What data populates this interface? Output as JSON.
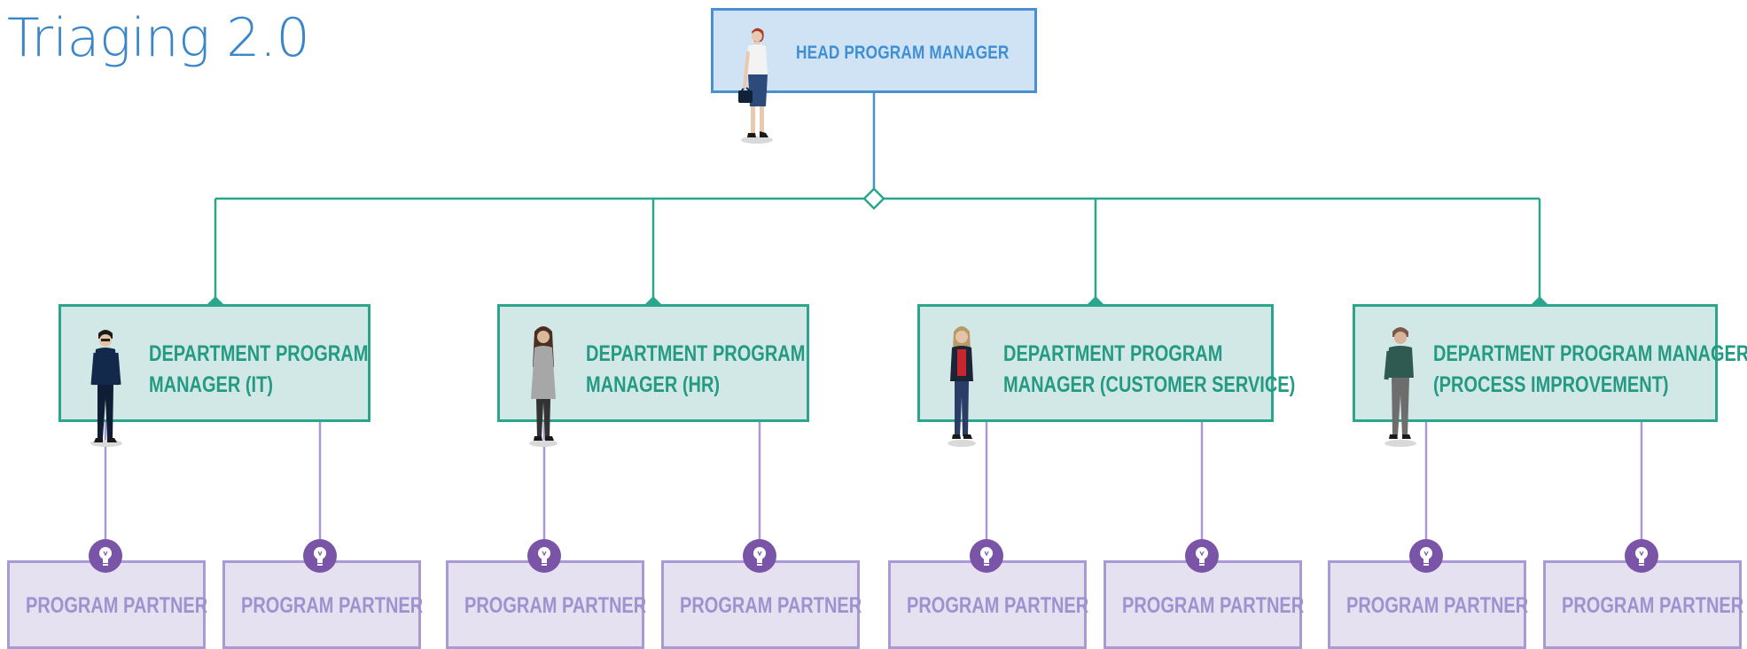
{
  "title": {
    "top_line": "",
    "main": "Triaging 2.0"
  },
  "head": {
    "label": "HEAD PROGRAM MANAGER"
  },
  "departments": [
    {
      "line1": "DEPARTMENT PROGRAM",
      "line2": "MANAGER (IT)"
    },
    {
      "line1": "DEPARTMENT PROGRAM",
      "line2": "MANAGER (HR)"
    },
    {
      "line1": "DEPARTMENT PROGRAM",
      "line2": "MANAGER (CUSTOMER SERVICE)"
    },
    {
      "line1": "DEPARTMENT PROGRAM MANAGER",
      "line2": "(PROCESS IMPROVEMENT)"
    }
  ],
  "partners": [
    {
      "label": "PROGRAM PARTNER"
    },
    {
      "label": "PROGRAM PARTNER"
    },
    {
      "label": "PROGRAM PARTNER"
    },
    {
      "label": "PROGRAM PARTNER"
    },
    {
      "label": "PROGRAM PARTNER"
    },
    {
      "label": "PROGRAM PARTNER"
    },
    {
      "label": "PROGRAM PARTNER"
    },
    {
      "label": "PROGRAM PARTNER"
    }
  ],
  "icons": {
    "partner_icon": "lightbulb-icon",
    "junction": "diamond-junction"
  },
  "colors": {
    "title": "#3a86c8",
    "head_fill": "#cfe3f4",
    "head_border": "#4a90d0",
    "dept_fill": "#d2e8e6",
    "dept_border": "#2ca58d",
    "partner_fill": "#e5e1f0",
    "partner_border": "#a99ad3",
    "bulb": "#7a55a7"
  }
}
